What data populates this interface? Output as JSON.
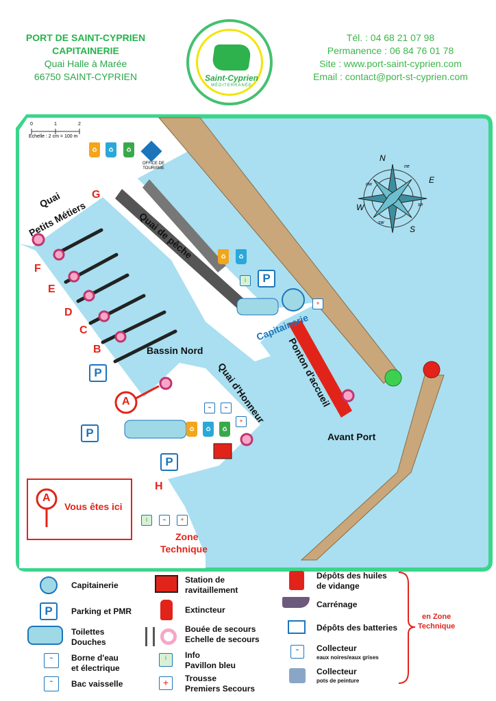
{
  "header": {
    "left": {
      "line1": "PORT DE SAINT-CYPRIEN",
      "line2": "CAPITAINERIE",
      "line3": "Quai Halle à Marée",
      "line4": "66750 SAINT-CYPRIEN"
    },
    "logo": {
      "name": "Saint-Cyprien",
      "sub": "MÉDITERRANÉE"
    },
    "right": {
      "tel": "Tél. : 04 68 21 07 98",
      "permanence": "Permanence : 06 84 76 01 78",
      "site": "Site : www.port-saint-cyprien.com",
      "email": "Email : contact@port-st-cyprien.com"
    }
  },
  "map": {
    "scale": {
      "t0": "0",
      "t1": "1",
      "t2": "2",
      "label": "Echelle : 2 cm = 100 m"
    },
    "tourism": {
      "line1": "OFFICE DE",
      "line2": "TOURISME"
    },
    "quays": {
      "petits_metiers_1": "Quai",
      "petits_metiers_2": "Petits Métiers",
      "peche": "Quai de pêche",
      "honneur": "Quai d'Honneur",
      "ponton": "Ponton d'accueil",
      "capitainerie": "Capitainerie"
    },
    "areas": {
      "bassin_nord": "Bassin Nord",
      "avant_port": "Avant Port",
      "zone_1": "Zone",
      "zone_2": "Technique"
    },
    "letters": {
      "G": "G",
      "F": "F",
      "E": "E",
      "D": "D",
      "C": "C",
      "B": "B",
      "H": "H"
    },
    "marker": "A",
    "you_are_here": {
      "marker": "A",
      "text": "Vous êtes ici"
    },
    "compass": {
      "N": "N",
      "E": "E",
      "S": "S",
      "W": "W",
      "ne": "ne",
      "se": "se",
      "sw": "sw",
      "nw": "nw"
    },
    "colors": {
      "water": "#a9dff0",
      "land": "#ffffff",
      "border": "#3ad68a",
      "jetty": "#c9a77a",
      "pier_dark": "#555555",
      "accent_red": "#e2231a",
      "accent_blue": "#1c74bb"
    }
  },
  "legend": {
    "col1": [
      {
        "icon": "anchor-icon",
        "line1": "Capitainerie",
        "line2": ""
      },
      {
        "icon": "parking-icon",
        "line1": "Parking et PMR",
        "line2": ""
      },
      {
        "icon": "toilets-icon",
        "line1": "Toilettes",
        "line2": "Douches"
      },
      {
        "icon": "water-electric-icon",
        "line1": "Borne d'eau",
        "line2": "et électrique"
      },
      {
        "icon": "dish-icon",
        "line1": "Bac vaisselle",
        "line2": ""
      }
    ],
    "col2": [
      {
        "icon": "fuel-station-icon",
        "line1": "Station de",
        "line2": "ravitaillement"
      },
      {
        "icon": "extinguisher-icon",
        "line1": "Extincteur",
        "line2": ""
      },
      {
        "icon": "lifebuoy-ladder-icon",
        "line1": "Bouée de secours",
        "line2": "Echelle de secours"
      },
      {
        "icon": "info-icon",
        "line1": "Info",
        "line2": "Pavillon bleu"
      },
      {
        "icon": "first-aid-icon",
        "line1": "Trousse",
        "line2": "Premiers Secours"
      }
    ],
    "col3": [
      {
        "icon": "oil-drum-icon",
        "line1": "Dépôts des huiles",
        "line2": "de vidange",
        "sub": ""
      },
      {
        "icon": "boat-careening-icon",
        "line1": "Carrénage",
        "line2": "",
        "sub": ""
      },
      {
        "icon": "battery-icon",
        "line1": "Dépôts des batteries",
        "line2": "",
        "sub": ""
      },
      {
        "icon": "wastewater-icon",
        "line1": "Collecteur",
        "line2": "",
        "sub": "eaux noires/eaux grises"
      },
      {
        "icon": "paint-cans-icon",
        "line1": "Collecteur",
        "line2": "",
        "sub": "pots de peinture"
      }
    ],
    "zone_note": {
      "line1": "en Zone",
      "line2": "Technique"
    }
  }
}
